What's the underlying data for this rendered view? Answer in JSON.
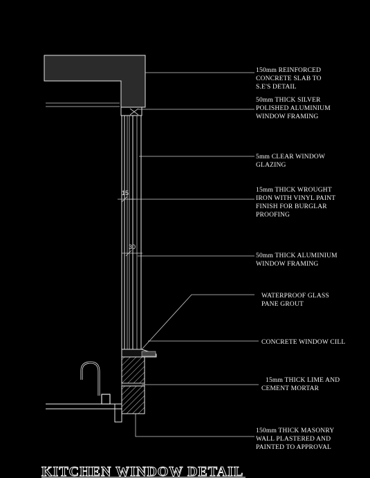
{
  "title": "KITCHEN WINDOW DETAIL",
  "dimensions": {
    "d15": "15",
    "d30": "30"
  },
  "notes": [
    [
      "150mm REINFORCED",
      "CONCRETE SLAB TO",
      "S.E'S DETAIL"
    ],
    [
      "50mm THICK SILVER",
      "POLISHED ALUMINIUM",
      "WINDOW FRAMING"
    ],
    [
      "5mm CLEAR WINDOW",
      "GLAZING"
    ],
    [
      "15mm THICK WROUGHT",
      "IRON WITH VINYL PAINT",
      " FINISH FOR BURGLAR",
      "PROOFING"
    ],
    [
      "50mm THICK ALUMINIUM",
      "WINDOW FRAMING"
    ],
    [
      "WATERPROOF GLASS",
      "PANE GROUT"
    ],
    [
      "CONCRETE WINDOW CILL"
    ],
    [
      "15mm THICK LIME AND",
      "CEMENT MORTAR"
    ],
    [
      "150mm THICK MASONRY",
      "WALL PLASTERED AND",
      "PAINTED TO APPROVAL"
    ]
  ],
  "colors": {
    "background": "#000000",
    "linework": "#f0f0f0",
    "slab": "#2a2a2a"
  }
}
